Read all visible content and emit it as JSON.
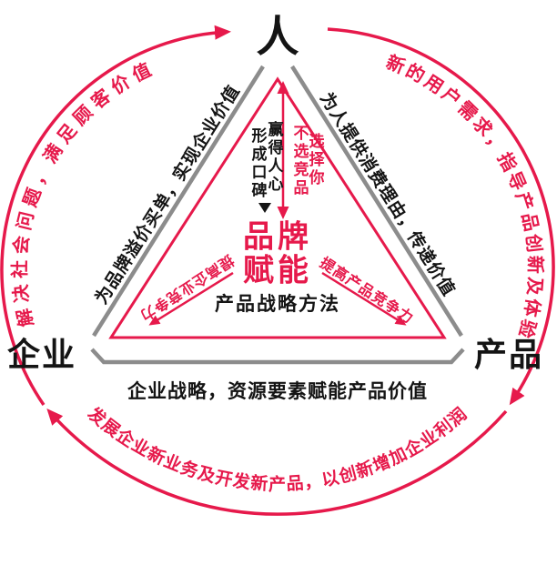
{
  "colors": {
    "accent_red": "#e6194b",
    "line_gray": "#8c8c8c",
    "ink": "#141414"
  },
  "vertices": {
    "top": "人",
    "bottom_left": "企业",
    "bottom_right": "产品"
  },
  "center": {
    "title_line1": "品牌",
    "title_line2": "赋能",
    "subtitle": "产品战略方法"
  },
  "vertical_labels": {
    "black_left": "形成口碑",
    "black_right": "赢得人心",
    "red_left": "不选竞品",
    "red_right": "选择你"
  },
  "edge_labels": {
    "left": "为品牌溢价买单，实现企业价值",
    "right": "为人提供消费理由，传递价值",
    "bottom": "企业战略，资源要素赋能产品价值"
  },
  "inner_arrow_labels": {
    "to_enterprise": "提高企业竞争力",
    "to_product": "提高产品竞争力"
  },
  "outer_arc_labels": {
    "left": "解决社会问题，满足顾客价值",
    "right": "新的用户需求，指导产品创新及体验",
    "bottom": "发展企业新业务及开发新产品，以创新增加企业利润"
  }
}
